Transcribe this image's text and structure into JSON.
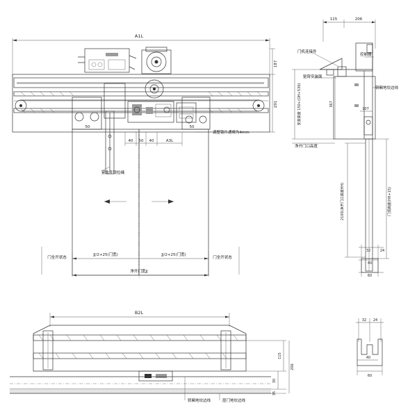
{
  "front_view": {
    "width_label": "A1L",
    "height_187": "187",
    "height_291": "291",
    "dim_40a": "40",
    "dim_50": "50",
    "dim_40b": "40",
    "dim_a3l": "A3L",
    "dim_50_left": "50",
    "dim_50_right": "50",
    "note_adjust": "调整锁片通常为4mm",
    "note_emergency": "紧急开锁拉绳",
    "half_left": "JJ/2+25(门宽)",
    "half_right": "JJ/2+25(门宽)",
    "full_open_left": "门全开状态",
    "full_open_right": "门全开状态",
    "clear_opening": "净开门宽JJ"
  },
  "side_view": {
    "dim_115": "115",
    "dim_206": "206",
    "label_connector": "门机连接件",
    "label_controller": "控制器",
    "label_bracket": "驱臂安装面",
    "label_sill_line": "轿厢地坎边线",
    "install_height": "安装高度 150+(OH+530)",
    "dim_367": "367",
    "dim_107": "107",
    "label_clear_height": "净开门口高度",
    "door_height_total": "2100(净开门口高度HH)",
    "door_height_plus": "门顶高度(HH+15)",
    "dim_32": "32",
    "dim_24": "24",
    "dim_40": "40",
    "dim_60": "60"
  },
  "plan_view": {
    "width_label": "B2L",
    "dim_115": "115",
    "dim_206": "206",
    "dim_30": "30",
    "dim_35": "35",
    "label_car_sill": "轿厢地坎边线",
    "label_landing_sill": "层门地坎边线"
  },
  "sill_section": {
    "dim_32": "32",
    "dim_24": "24",
    "dim_40": "40",
    "dim_60": "60"
  }
}
